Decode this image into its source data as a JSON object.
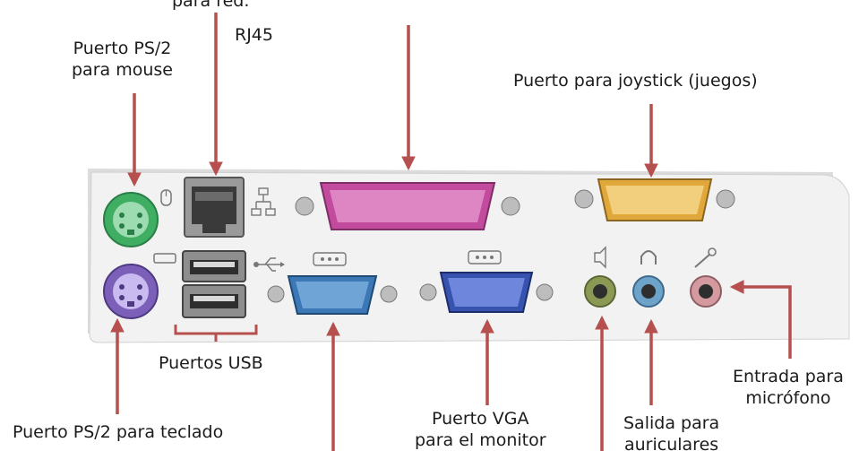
{
  "labels": {
    "red_partial": "para red.",
    "rj45": "RJ45",
    "ps2_mouse": [
      "Puerto PS/2",
      "para mouse"
    ],
    "joystick": "Puerto para joystick (juegos)",
    "usb": "Puertos USB",
    "ps2_keyboard": "Puerto PS/2 para teclado",
    "vga": [
      "Puerto VGA",
      "para el monitor"
    ],
    "headphones": [
      "Salida para",
      "auriculares"
    ],
    "microphone": [
      "Entrada para",
      "micrófono"
    ]
  },
  "colors": {
    "arrow": "#b5504e",
    "panel": "#f2f2f2",
    "ps2_mouse_port": "#3fae63",
    "ps2_keyboard_port": "#7b5fb8",
    "parallel_port": "#c24b9e",
    "joystick_port": "#e0a83a",
    "serial_port": "#3b78b5",
    "vga_port": "#3852b0",
    "audio_line": "#8a9a55",
    "audio_headphone": "#6da2c9",
    "audio_mic": "#d59aa0"
  }
}
